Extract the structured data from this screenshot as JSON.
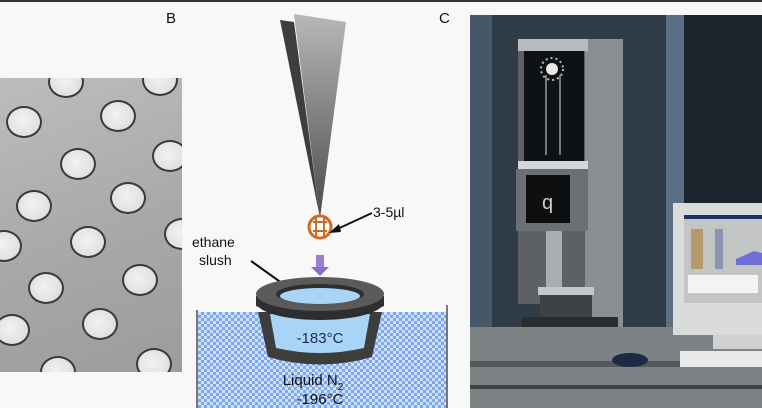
{
  "figure": {
    "panels": [
      {
        "id": "B",
        "label": "B",
        "content": "diagram of plunge-freezing vitrification"
      },
      {
        "id": "C",
        "label": "C",
        "content": "photo of automated vitrification instrument with computer monitor"
      }
    ],
    "left_panel": {
      "content": "electron micrograph of holey carbon grid"
    },
    "diagram": {
      "volume_label": "3-5µl",
      "ethane_label_line1": "ethane",
      "ethane_label_line2": "slush",
      "cup_temperature": "-183°C",
      "bath_label": "Liquid N",
      "bath_label_subscript": "2",
      "bath_temperature": "-196°C"
    },
    "colors": {
      "grid_orange": "#d2691e",
      "arrow_purple": "#9b7fd6",
      "ethane_blue": "#a9d4f5",
      "nitrogen_blue": "#6fa0ef",
      "cup_dark": "#3a3a3a"
    }
  }
}
